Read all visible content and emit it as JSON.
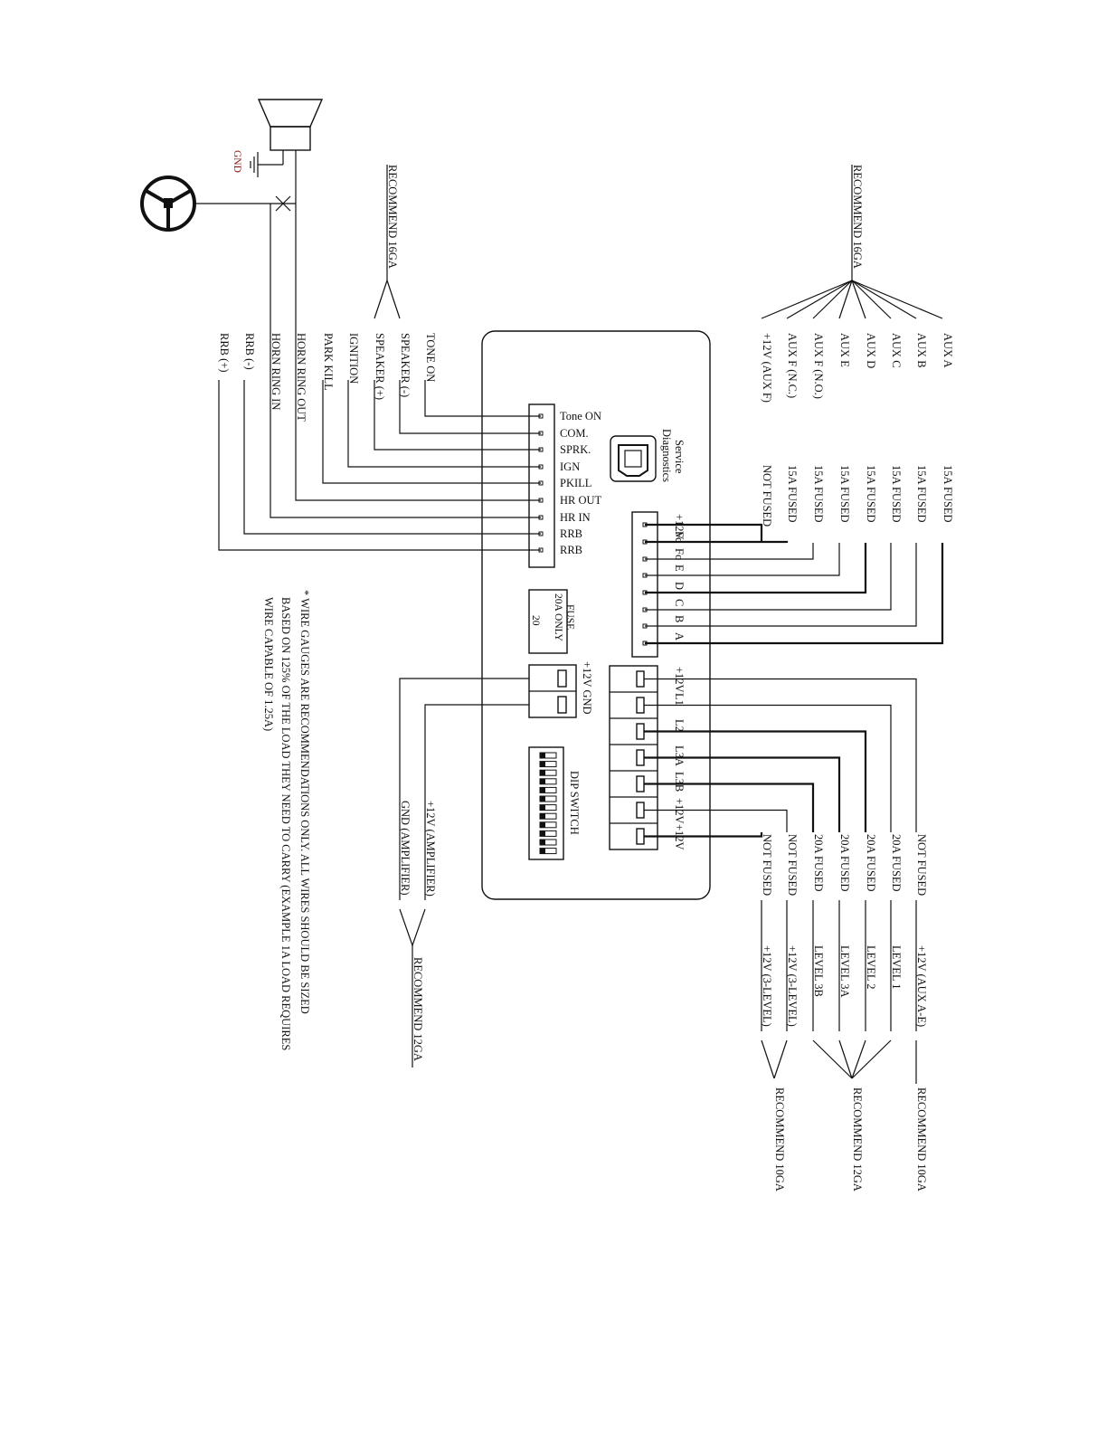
{
  "colors": {
    "ink": "#111111",
    "gnd_label": "#8b1a1a",
    "background": "#ffffff"
  },
  "horn": {
    "gnd_label": "GND"
  },
  "left_feed": {
    "recommend": "RECOMMEND 16GA",
    "wires": [
      {
        "label": "TONE ON"
      },
      {
        "label": "SPEAKER (-)"
      },
      {
        "label": "SPEAKER (+)"
      },
      {
        "label": "IGNITION"
      },
      {
        "label": "PARK KILL"
      },
      {
        "label": "HORN RING OUT"
      },
      {
        "label": "HORN RING IN"
      },
      {
        "label": "RRB (-)"
      },
      {
        "label": "RRB (+)"
      }
    ]
  },
  "left_connector": {
    "pins": [
      "Tone ON",
      "COM.",
      "SPRK.",
      "IGN",
      "PKILL",
      "HR OUT",
      "HR IN",
      "RRB",
      "RRB"
    ]
  },
  "service": {
    "label_line1": "Service",
    "label_line2": "Diagnostics"
  },
  "fuse": {
    "label_line1": "FUSE",
    "label_line2": "20A ONLY",
    "value": "20"
  },
  "power_block": {
    "label": "+12V GND"
  },
  "dip_switch": {
    "label": "DIP SWITCH"
  },
  "amp_feed": {
    "wires": [
      {
        "label": "+12V (AMPLIFIER)"
      },
      {
        "label": "GND (AMPLIFIER)"
      }
    ],
    "recommend": "RECOMMEND 12GA"
  },
  "aux_feed": {
    "recommend": "RECOMMEND 16GA",
    "wires": [
      {
        "label": "AUX A",
        "fuse": "15A FUSED"
      },
      {
        "label": "AUX B",
        "fuse": "15A FUSED"
      },
      {
        "label": "AUX C",
        "fuse": "15A FUSED"
      },
      {
        "label": "AUX D",
        "fuse": "15A FUSED"
      },
      {
        "label": "AUX E",
        "fuse": "15A FUSED"
      },
      {
        "label": "AUX F (N.O.)",
        "fuse": "15A FUSED"
      },
      {
        "label": "AUX F (N.C.)",
        "fuse": "15A FUSED"
      },
      {
        "label": "+12V (AUX F)",
        "fuse": "NOT FUSED"
      }
    ]
  },
  "aux_connector": {
    "pins": [
      "+12V",
      "Fc",
      "Fo",
      "E",
      "D",
      "C",
      "B",
      "A"
    ]
  },
  "level_connector": {
    "pins": [
      "+12V",
      "L1",
      "L2",
      "L3A",
      "L3B",
      "+12V",
      "+12V"
    ]
  },
  "level_feed": {
    "wires": [
      {
        "fuse": "NOT FUSED",
        "label": "+12V (AUX A-E)"
      },
      {
        "fuse": "20A FUSED",
        "label": "LEVEL 1"
      },
      {
        "fuse": "20A FUSED",
        "label": "LEVEL 2"
      },
      {
        "fuse": "20A FUSED",
        "label": "LEVEL 3A"
      },
      {
        "fuse": "20A FUSED",
        "label": "LEVEL 3B"
      },
      {
        "fuse": "NOT FUSED",
        "label": "+12V (3-LEVEL)"
      },
      {
        "fuse": "NOT FUSED",
        "label": "+12V (3-LEVEL)"
      }
    ],
    "recommend": [
      "RECOMMEND 10GA",
      "RECOMMEND 12GA",
      "RECOMMEND 10GA"
    ]
  },
  "note": {
    "lines": [
      "* WIRE GAUGES ARE RECOMMENDATIONS ONLY.  ALL WIRES SHOULD BE SIZED",
      "BASED ON 125% OF THE LOAD THEY NEED TO CARRY (EXAMPLE 1A LOAD REQUIRES",
      "WIRE CAPABLE OF 1.25A)"
    ]
  }
}
